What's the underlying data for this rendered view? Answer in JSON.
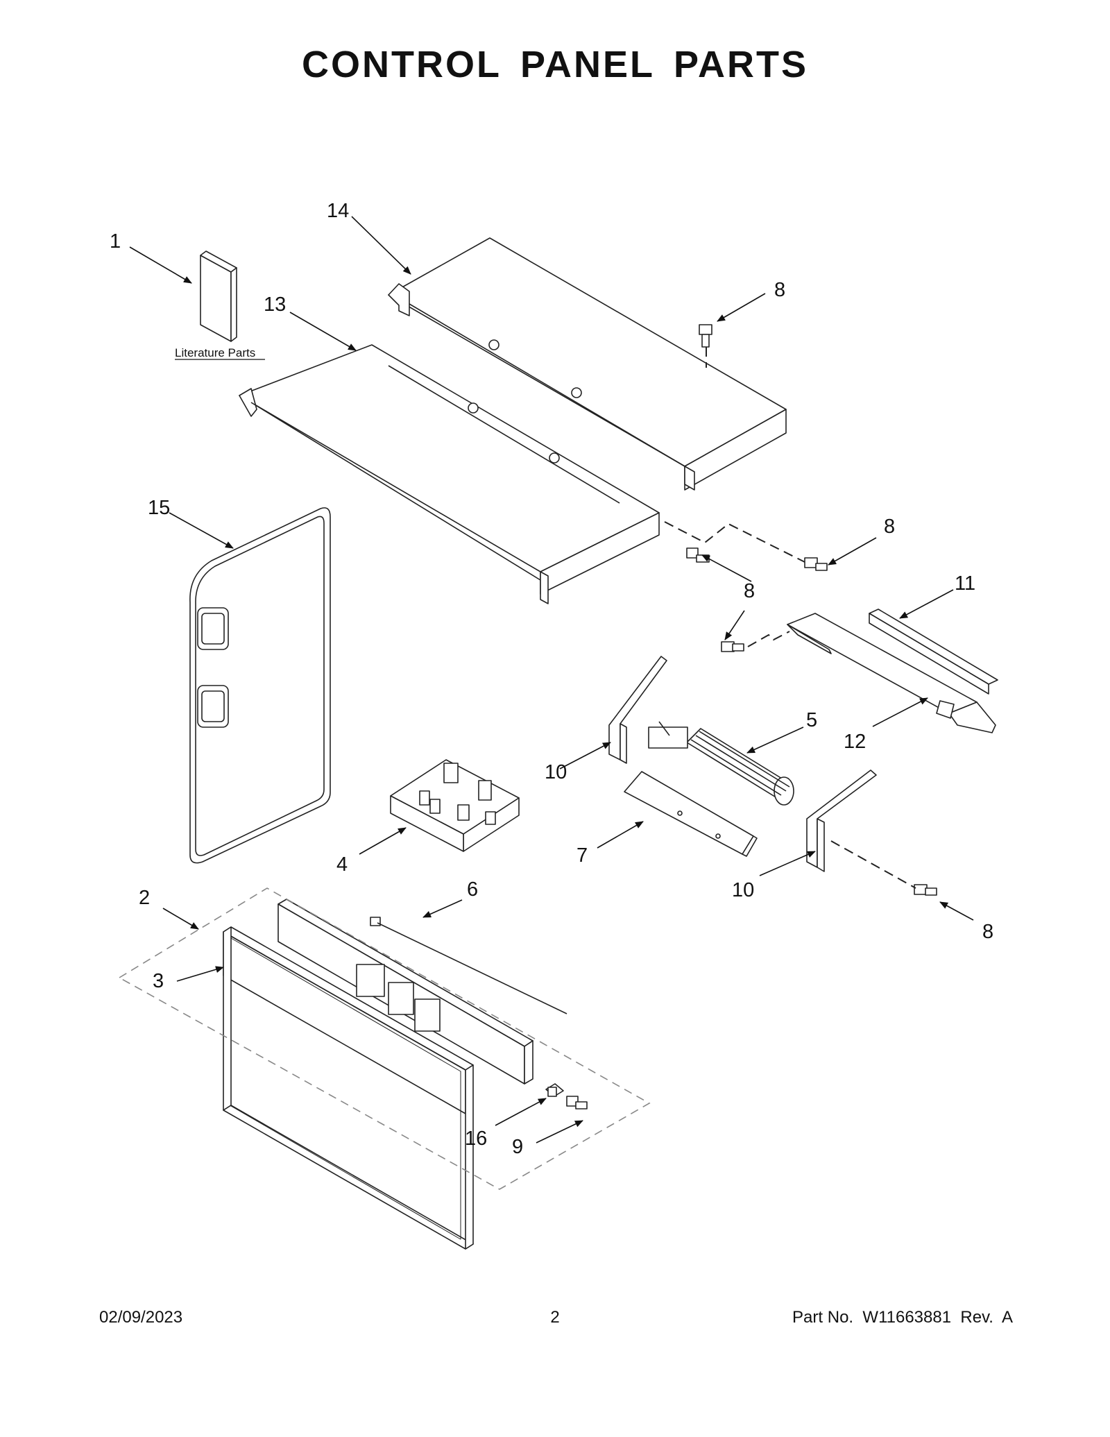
{
  "title": "CONTROL PANEL PARTS",
  "literature_label": "Literature Parts",
  "callouts": [
    "1",
    "14",
    "8",
    "13",
    "15",
    "8",
    "8",
    "11",
    "10",
    "5",
    "12",
    "4",
    "7",
    "10",
    "2",
    "6",
    "3",
    "16",
    "9",
    "8"
  ],
  "footer": {
    "date": "02/09/2023",
    "page": "2",
    "part_no": "Part No.  W11663881  Rev.  A"
  }
}
